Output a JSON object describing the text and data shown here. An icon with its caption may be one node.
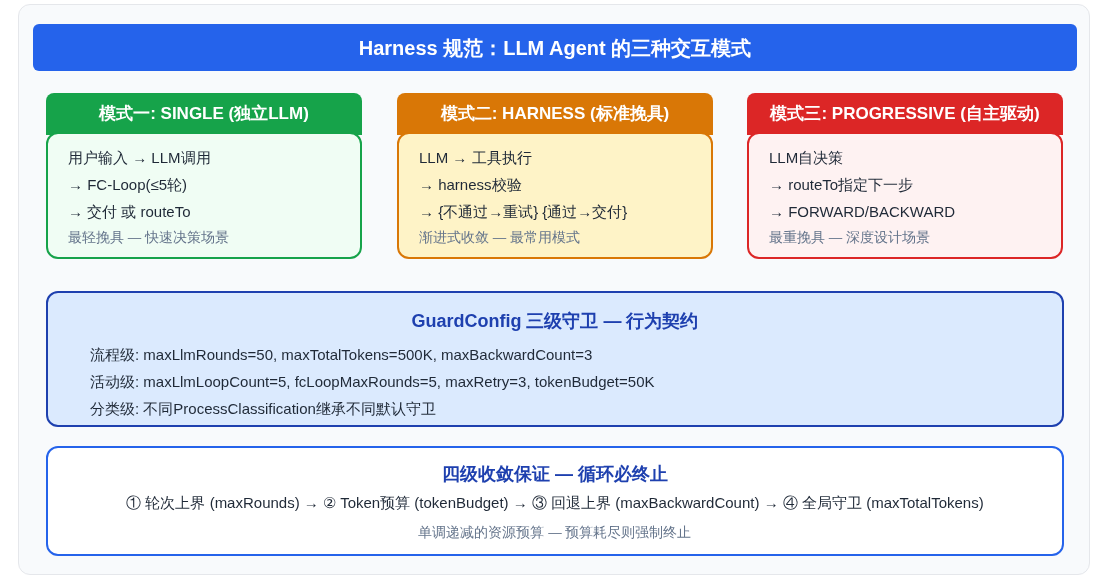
{
  "diagram": {
    "title": "Harness 规范：LLM Agent 的三种交互模式",
    "nodes": [
      {
        "text": [
          "模式一: SINGLE (独立LLM)",
          "用户输入 → LLM调用",
          "→ FC-Loop(≤5轮)",
          "→ 交付 或 routeTo",
          "最轻挽具 — 快速决策场景"
        ]
      },
      {
        "text": [
          "模式二: HARNESS (标准挽具)",
          "LLM → 工具执行",
          "→ harness校验",
          "→ {不通过→重试} {通过→交付}",
          "渐进式收敛 — 最常用模式"
        ]
      },
      {
        "text": [
          "模式三: PROGRESSIVE (自主驱动)",
          "LLM自决策",
          "→ routeTo指定下一步",
          "→ FORWARD/BACKWARD",
          "最重挽具 — 深度设计场景"
        ]
      },
      {
        "text": [
          "GuardConfig 三级守卫 — 行为契约",
          "流程级: maxLlmRounds=50, maxTotalTokens=500K, maxBackwardCount=3",
          "活动级: maxLlmLoopCount=5, fcLoopMaxRounds=5, maxRetry=3, tokenBudget=50K",
          "分类级: 不同ProcessClassification继承不同默认守卫"
        ]
      },
      {
        "text": [
          "四级收敛保证 — 循环必终止",
          "① 轮次上界 (maxRounds) → ② Token预算 (tokenBudget) → ③ 回退上界 (maxBackwardCount) → ④ 全局守卫 (maxTotalTokens)",
          "单调递减的资源预算 — 预算耗尽则强制终止"
        ]
      }
    ],
    "edges": []
  }
}
